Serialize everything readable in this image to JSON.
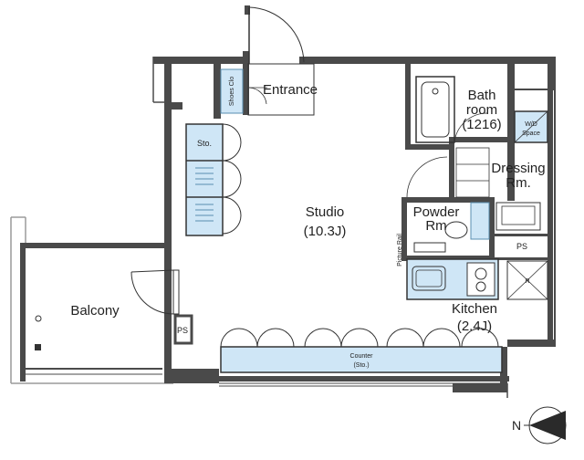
{
  "colors": {
    "wall": "#4a4a4a",
    "line": "#333333",
    "storage_fill": "#cfe6f6",
    "storage_stroke": "#5a8fb0",
    "light_line": "#9a9a9a"
  },
  "rooms": {
    "entrance": "Entrance",
    "shoes_closet": "Shoes Clo",
    "bathroom_line1": "Bath",
    "bathroom_line2": "room",
    "bathroom_size": "(1216)",
    "wd_line1": "W/D",
    "wd_line2": "Space",
    "dressing_line1": "Dressing",
    "dressing_line2": "Rm.",
    "powder_line1": "Powder",
    "powder_line2": "Rm",
    "studio": "Studio",
    "studio_size": "(10.3J)",
    "storage": "Sto.",
    "picture_rail": "Picture Rail",
    "ps_right": "PS",
    "ps_left": "PS",
    "kitchen": "Kitchen",
    "kitchen_size": "(2.4J)",
    "counter_line1": "Counter",
    "counter_line2": "(Sto.)",
    "balcony": "Balcony"
  },
  "compass": {
    "label": "N",
    "icon": "north-arrow-icon"
  }
}
